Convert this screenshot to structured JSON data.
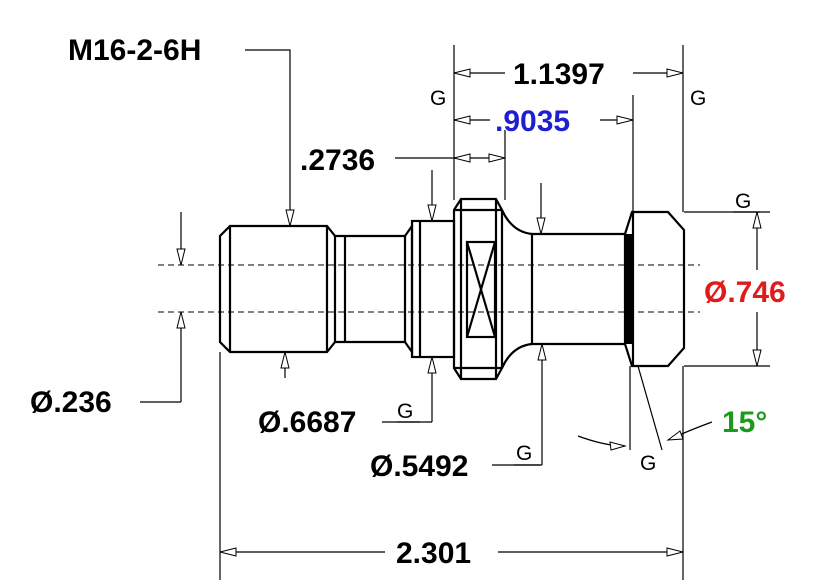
{
  "colors": {
    "blue": "#1f1fd0",
    "red": "#e01b1b",
    "green": "#1a9c1a",
    "black": "#000000"
  },
  "labels": {
    "thread": "M16-2-6H",
    "overall_length": "2.301",
    "length_1": "1.1397",
    "length_2": ".9035",
    "length_3": ".2736",
    "dia_bore": "Ø.236",
    "dia_collar": "Ø.6687",
    "dia_neck": "Ø.5492",
    "dia_head": "Ø.746",
    "angle": "15°",
    "g": "G"
  }
}
